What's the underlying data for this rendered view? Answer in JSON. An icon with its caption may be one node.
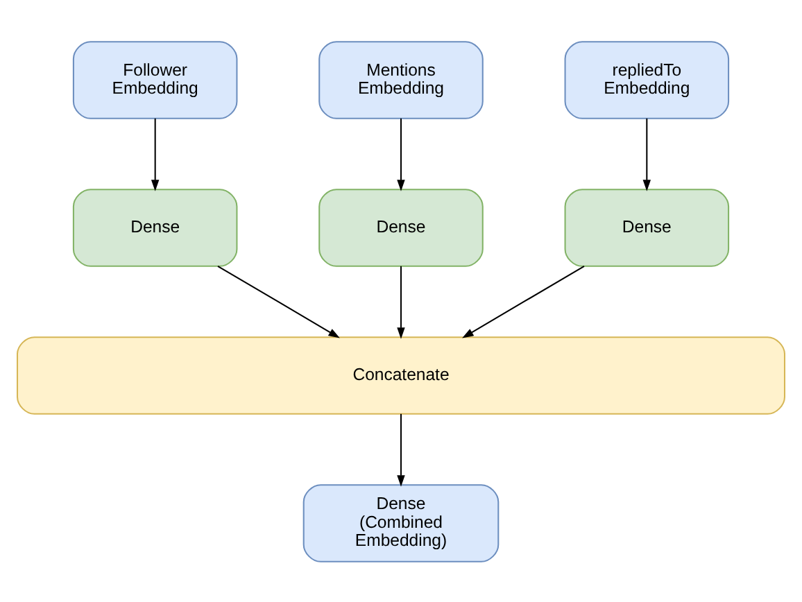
{
  "diagram": {
    "nodes": [
      {
        "text": [
          "Follower Embedding"
        ]
      },
      {
        "text": [
          "Mentions Embedding"
        ]
      },
      {
        "text": [
          "repliedTo Embedding"
        ]
      },
      {
        "text": [
          "Dense"
        ]
      },
      {
        "text": [
          "Dense"
        ]
      },
      {
        "text": [
          "Dense"
        ]
      },
      {
        "text": [
          "Concatenate"
        ]
      },
      {
        "text": [
          "Dense (Combined Embedding)"
        ]
      }
    ],
    "edges": [
      {
        "from": 0,
        "to": 3,
        "arrow": "to"
      },
      {
        "from": 1,
        "to": 4,
        "arrow": "to"
      },
      {
        "from": 2,
        "to": 5,
        "arrow": "to"
      },
      {
        "from": 3,
        "to": 6,
        "arrow": "to"
      },
      {
        "from": 4,
        "to": 6,
        "arrow": "to"
      },
      {
        "from": 5,
        "to": 6,
        "arrow": "to"
      },
      {
        "from": 6,
        "to": 7,
        "arrow": "to"
      }
    ]
  }
}
